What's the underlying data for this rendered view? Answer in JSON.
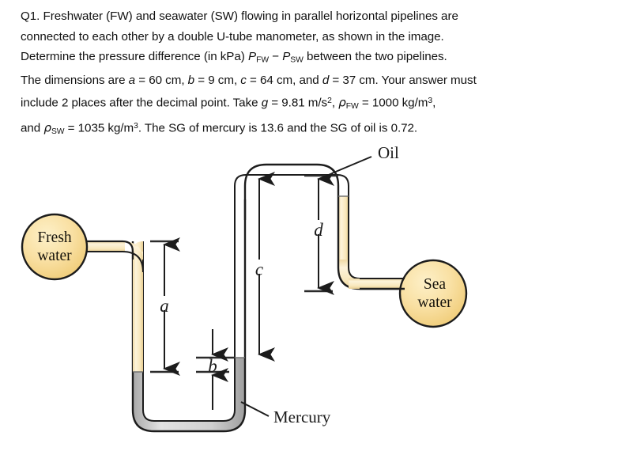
{
  "problem": {
    "number": "Q1.",
    "line1_a": "Freshwater (FW) and seawater (SW) flowing in parallel horizontal pipelines are",
    "line2": "connected to each other by a double U-tube manometer, as shown in the image.",
    "line3_a": "Determine the pressure difference (in kPa) ",
    "line3_P1": "P",
    "line3_P1sub": "FW",
    "line3_minus": " − ",
    "line3_P2": "P",
    "line3_P2sub": "SW",
    "line3_b": " between the two pipelines.",
    "line4_a": "The dimensions are ",
    "line4_a_var": "a",
    "line4_a_val": " = 60 cm, ",
    "line4_b_var": "b",
    "line4_b_val": " = 9 cm, ",
    "line4_c_var": "c",
    "line4_c_val": " = 64 cm, and ",
    "line4_d_var": "d",
    "line4_d_val": " = 37 cm. Your answer must",
    "line5_a": "include 2 places after the decimal point. Take ",
    "line5_g": "g",
    "line5_g_val": " = 9.81 m/s",
    "line5_g_exp": "2",
    "line5_mid": ", ",
    "line5_rho": "ρ",
    "line5_rho_sub": "FW",
    "line5_rho_val": " = 1000 kg/m",
    "line5_rho_exp": "3",
    "line5_end": ",",
    "line6_a": "and ",
    "line6_rho": "ρ",
    "line6_rho_sub": "SW",
    "line6_rho_val": " = 1035 kg/m",
    "line6_rho_exp": "3",
    "line6_end": ". The SG of mercury is 13.6 and the SG of oil is 0.72."
  },
  "figure": {
    "fresh_water_line1": "Fresh",
    "fresh_water_line2": "water",
    "sea_water_line1": "Sea",
    "sea_water_line2": "water",
    "oil_label": "Oil",
    "mercury_label": "Mercury",
    "dim_a": "a",
    "dim_b": "b",
    "dim_c": "c",
    "dim_d": "d",
    "colors": {
      "fluid_oil": "#f7e3b4",
      "fluid_oil_light": "#fdf4dc",
      "mercury": "#cfcfcf",
      "mercury_dark": "#9a9a9a",
      "tube_outline": "#1c1c1c",
      "vessel_fill": "#f8dd9e",
      "dimension": "#2b2b2b"
    }
  }
}
